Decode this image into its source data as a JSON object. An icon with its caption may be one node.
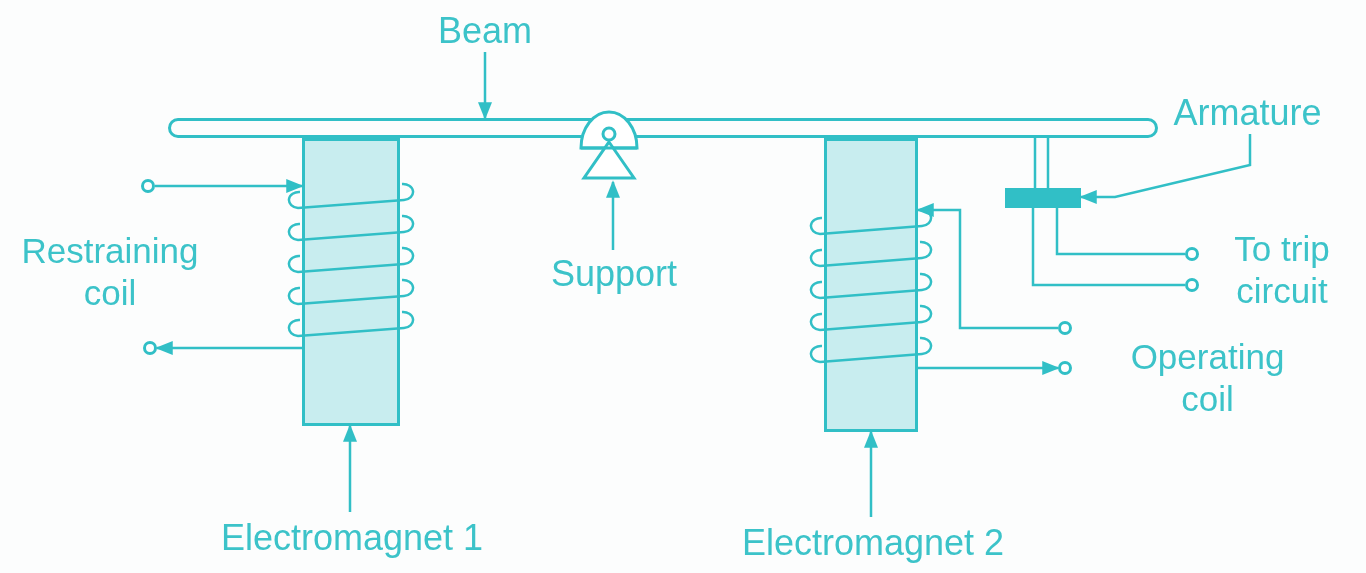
{
  "diagram": {
    "nodes": [
      {
        "text": [
          "Beam"
        ]
      },
      {
        "text": [],
        "shape": "bar"
      },
      {
        "text": [
          "Support"
        ]
      },
      {
        "text": [],
        "shape": "triangle"
      },
      {
        "text": [
          "Armature"
        ]
      },
      {
        "text": [],
        "shape": "bar"
      },
      {
        "text": [
          "Electromagnet 1"
        ]
      },
      {
        "text": [],
        "shape": "box"
      },
      {
        "text": [
          "Electromagnet 2"
        ]
      },
      {
        "text": [],
        "shape": "box"
      },
      {
        "text": [],
        "shape": "circle"
      },
      {
        "text": [],
        "shape": "circle"
      },
      {
        "text": [],
        "shape": "circle"
      },
      {
        "text": [],
        "shape": "circle"
      },
      {
        "text": [],
        "shape": "circle"
      },
      {
        "text": [],
        "shape": "circle"
      }
    ],
    "edges": [
      {
        "from": 0,
        "to": 1,
        "arrow": "to"
      },
      {
        "from": 2,
        "to": 3,
        "arrow": "to"
      },
      {
        "from": 4,
        "to": 5,
        "arrow": "to"
      },
      {
        "from": 6,
        "to": 7,
        "arrow": "to"
      },
      {
        "from": 8,
        "to": 9,
        "arrow": "to"
      },
      {
        "from": 10,
        "to": 7,
        "arrow": "to"
      },
      {
        "from": 7,
        "to": 11,
        "arrow": "to"
      },
      {
        "from": 12,
        "to": 9,
        "arrow": "to"
      },
      {
        "from": 9,
        "to": 13,
        "arrow": "to"
      },
      {
        "from": 14,
        "to": 5,
        "arrow": "none"
      },
      {
        "from": 15,
        "to": 5,
        "arrow": "none"
      },
      {
        "from": 1,
        "to": 5,
        "arrow": "none"
      },
      {
        "from": 1,
        "to": 5,
        "arrow": "none"
      }
    ],
    "labels": [
      "Restraining coil",
      "To trip circuit",
      "Operating coil"
    ]
  }
}
